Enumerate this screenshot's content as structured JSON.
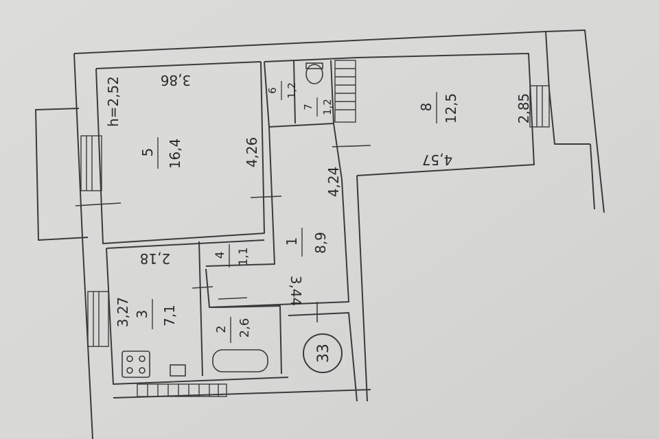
{
  "plan": {
    "ceiling_height": "h=2,52",
    "apartment_number": "33",
    "dimensions": {
      "room5_width": "3,86",
      "room5_depth": "4,26",
      "room3_width": "2,18",
      "room3_depth": "3,27",
      "hall_depth": "4,24",
      "hall_width": "3,44",
      "room8_depth": "2,85",
      "room8_width": "4,57"
    },
    "rooms": [
      {
        "number": "5",
        "area": "16,4"
      },
      {
        "number": "8",
        "area": "12,5"
      },
      {
        "number": "1",
        "area": "8,9"
      },
      {
        "number": "3",
        "area": "7,1"
      },
      {
        "number": "2",
        "area": "2,6"
      },
      {
        "number": "4",
        "area": "1,1"
      },
      {
        "number": "6",
        "area": "1,2"
      },
      {
        "number": "7",
        "area": "1,2"
      }
    ]
  }
}
